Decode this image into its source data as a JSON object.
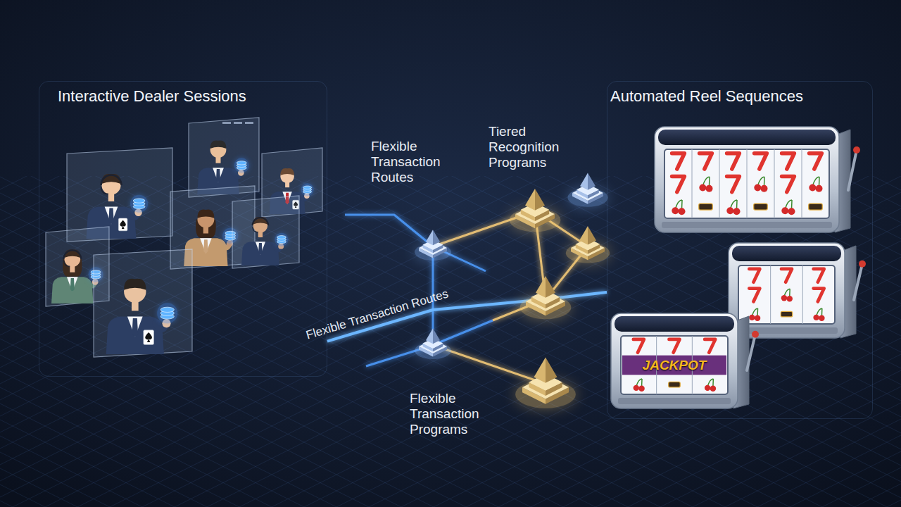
{
  "diagram": {
    "nodes": [
      {
        "text": [
          "Interactive Dealer Sessions"
        ]
      },
      {
        "text": [
          "Automated Reel Sequences"
        ]
      }
    ],
    "edges": [
      {
        "from": 0,
        "to": 1,
        "arrow": "none",
        "label": "Flexible Transaction Routes"
      }
    ],
    "labels": [
      "Flexible Transaction Routes",
      "Tiered Recognition Programs",
      "Flexible Transaction Programs",
      "JACKPOT"
    ]
  }
}
